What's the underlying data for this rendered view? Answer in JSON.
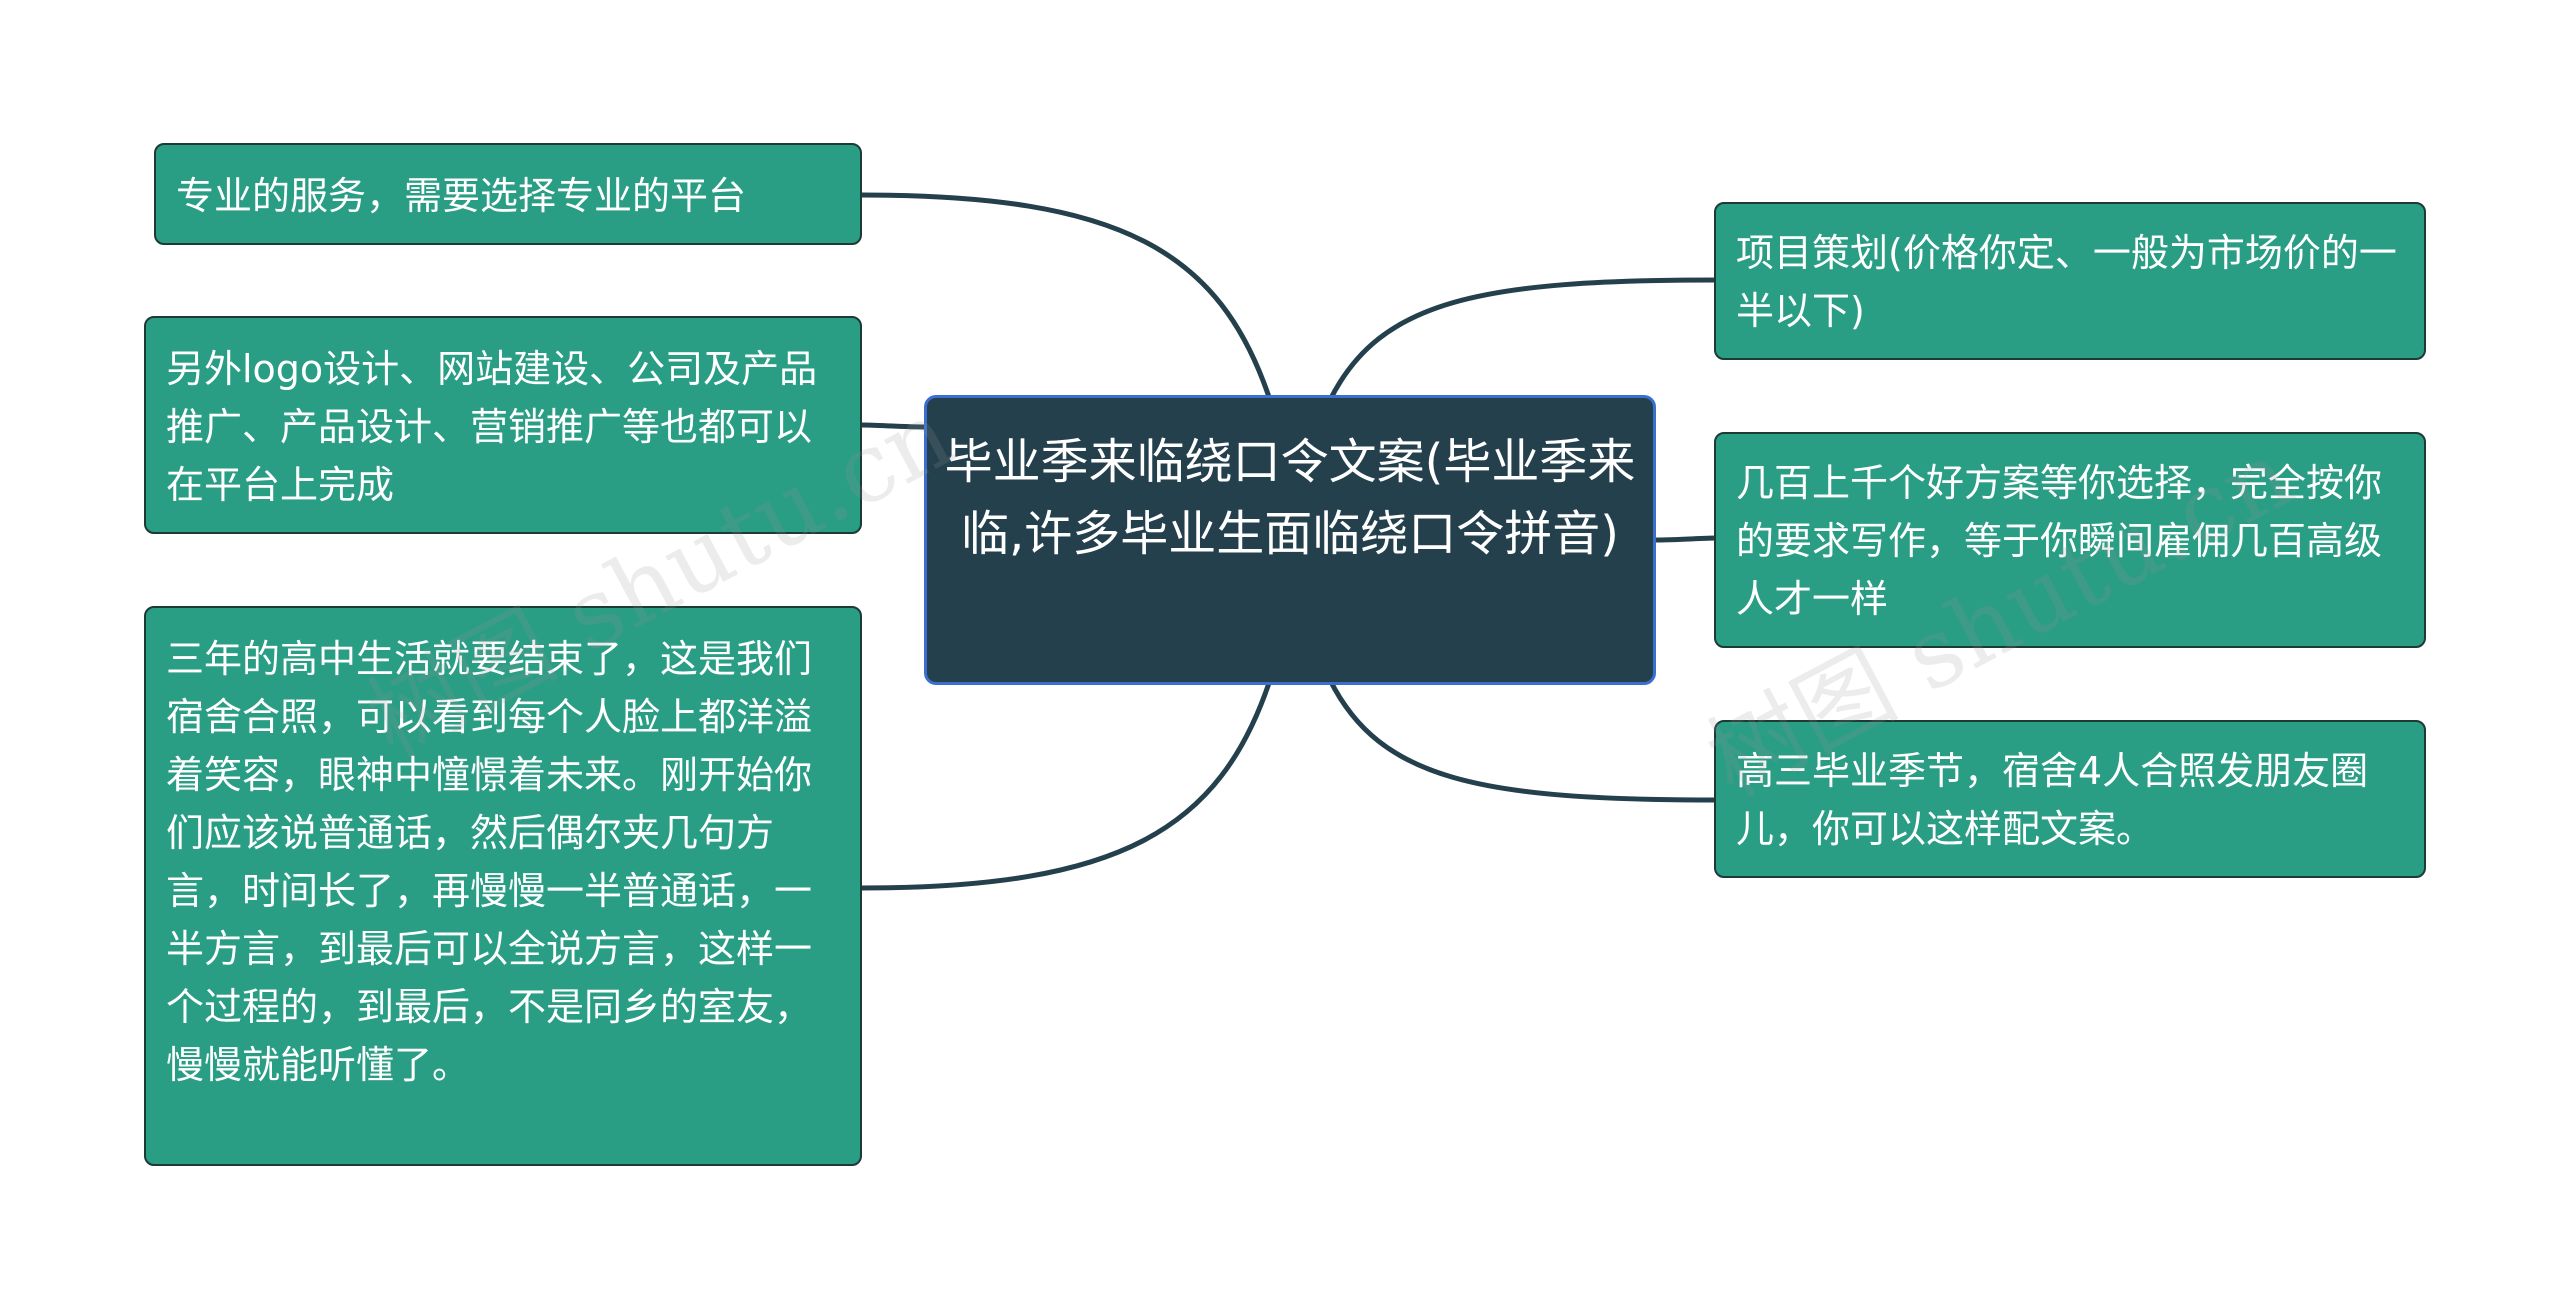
{
  "root": {
    "text": "毕业季来临绕口令文案(毕业季来临,许多毕业生面临绕口令拼音)"
  },
  "left_nodes": [
    {
      "text": "专业的服务，需要选择专业的平台"
    },
    {
      "text": "另外logo设计、网站建设、公司及产品推广、产品设计、营销推广等也都可以在平台上完成"
    },
    {
      "text": "三年的高中生活就要结束了，这是我们宿舍合照，可以看到每个人脸上都洋溢着笑容，眼神中憧憬着未来。刚开始你们应该说普通话，然后偶尔夹几句方言，时间长了，再慢慢一半普通话，一半方言，到最后可以全说方言，这样一个过程的，到最后，不是同乡的室友，慢慢就能听懂了。"
    }
  ],
  "right_nodes": [
    {
      "text": "项目策划(价格你定、一般为市场价的一半以下)"
    },
    {
      "text": "几百上千个好方案等你选择，完全按你的要求写作，等于你瞬间雇佣几百高级人才一样"
    },
    {
      "text": "高三毕业季节，宿舍4人合照发朋友圈儿，你可以这样配文案。"
    }
  ],
  "watermarks": [
    {
      "text": "树图 shutu.cn"
    },
    {
      "text": "树图 shutu.cn"
    }
  ],
  "colors": {
    "root_fill": "#25404d",
    "root_border": "#3a6fd0",
    "node_fill": "#2a9d85",
    "node_border": "#1d3a35",
    "connector": "#25404d"
  }
}
